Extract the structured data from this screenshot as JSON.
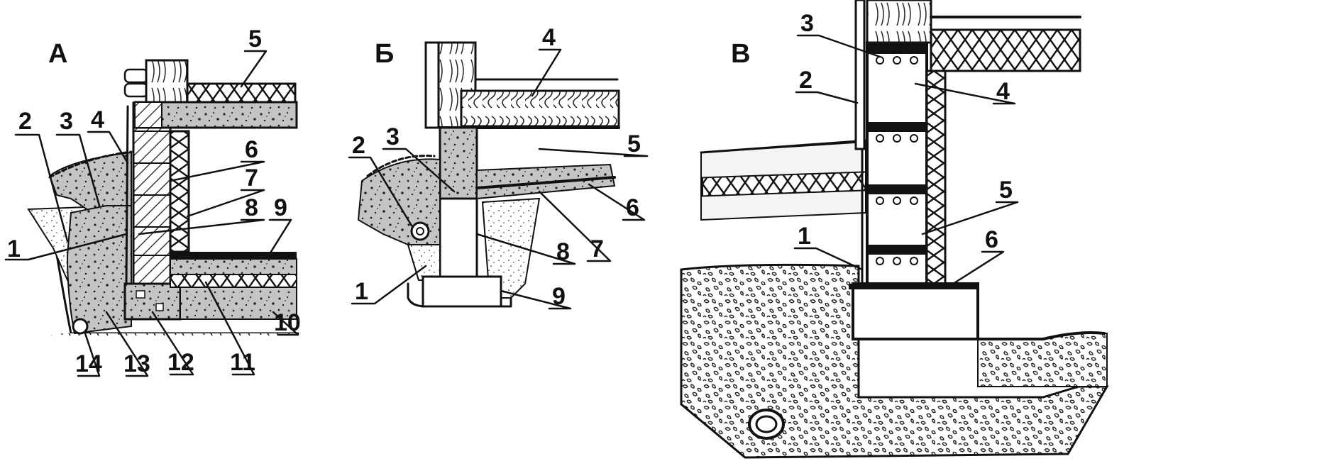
{
  "panels": [
    {
      "label": "А",
      "callouts": [
        "1",
        "2",
        "3",
        "4",
        "5",
        "6",
        "7",
        "8",
        "9",
        "10",
        "11",
        "12",
        "13",
        "14"
      ]
    },
    {
      "label": "Б",
      "callouts": [
        "1",
        "2",
        "3",
        "4",
        "5",
        "6",
        "7",
        "8",
        "9"
      ]
    },
    {
      "label": "В",
      "callouts": [
        "1",
        "2",
        "3",
        "4",
        "5",
        "6"
      ]
    }
  ],
  "colors": {
    "ink": "#111111",
    "paper": "#ffffff",
    "fill": "#bdbdbd",
    "fill_dark": "#8c8c8c"
  }
}
